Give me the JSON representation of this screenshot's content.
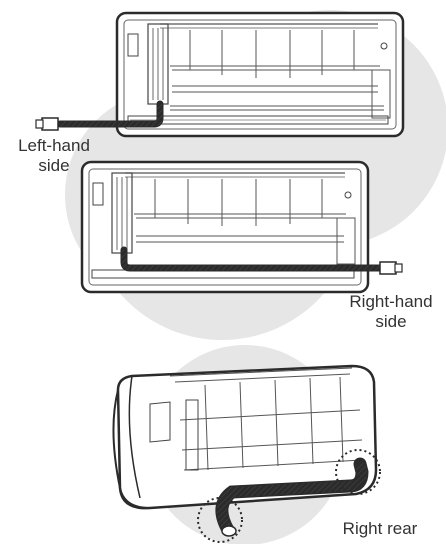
{
  "labels": {
    "left_line1": "Left-hand",
    "left_line2": "side",
    "right_line1": "Right-hand",
    "right_line2": "side",
    "right_rear": "Right rear"
  },
  "colors": {
    "blob": "#e6e6e6",
    "outline": "#2b2b2b",
    "detail": "#555555",
    "text": "#333333"
  }
}
